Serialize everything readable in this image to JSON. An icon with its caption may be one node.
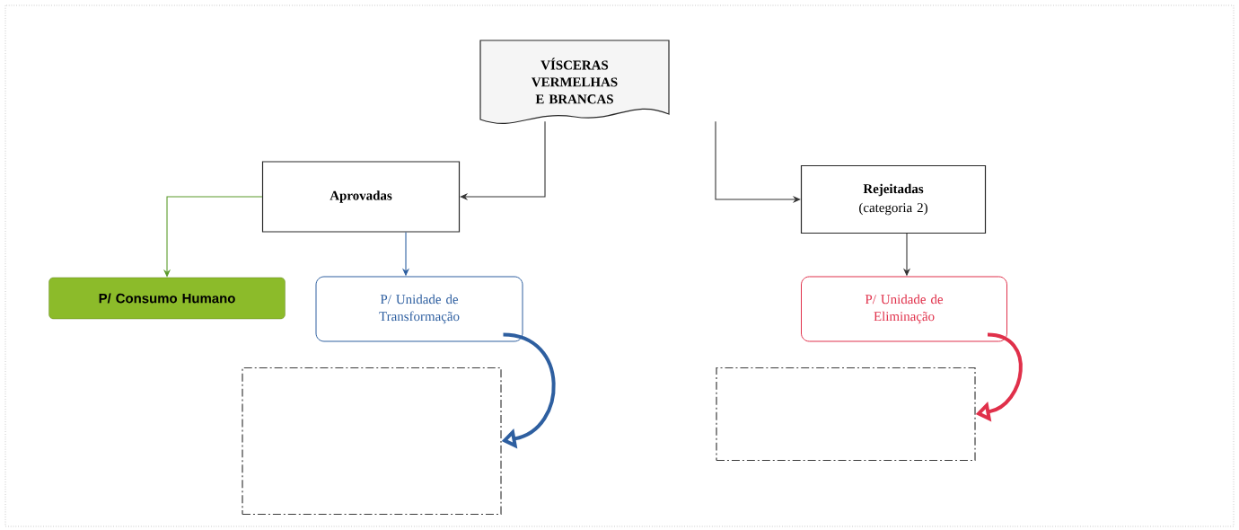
{
  "diagram": {
    "nodes": [
      {
        "text": [
          "VÍSCERAS VERMELHAS E BRANCAS"
        ]
      },
      {
        "text": [
          "Aprovadas"
        ]
      },
      {
        "text": [
          "Rejeitadas",
          "(categoria 2)"
        ]
      },
      {
        "text": [
          "P/ Consumo Humano"
        ]
      },
      {
        "text": [
          "P/ Unidade de Transformação"
        ]
      },
      {
        "text": [
          "P/ Unidade de Eliminação"
        ]
      },
      {
        "text": [],
        "shape": "box"
      },
      {
        "text": [],
        "shape": "box"
      }
    ],
    "edges": [
      {
        "from": 0,
        "to": 1,
        "arrow": "to"
      },
      {
        "from": 0,
        "to": 2,
        "arrow": "to"
      },
      {
        "from": 1,
        "to": 3,
        "arrow": "to",
        "color": "#5a9a2a"
      },
      {
        "from": 1,
        "to": 4,
        "arrow": "to",
        "color": "#2e5fa0"
      },
      {
        "from": 2,
        "to": 5,
        "arrow": "to"
      },
      {
        "from": 4,
        "to": 6,
        "arrow": "to",
        "style": "thick",
        "color": "#2e5fa0"
      },
      {
        "from": 5,
        "to": 7,
        "arrow": "to",
        "style": "thick",
        "color": "#e0304a"
      }
    ]
  }
}
